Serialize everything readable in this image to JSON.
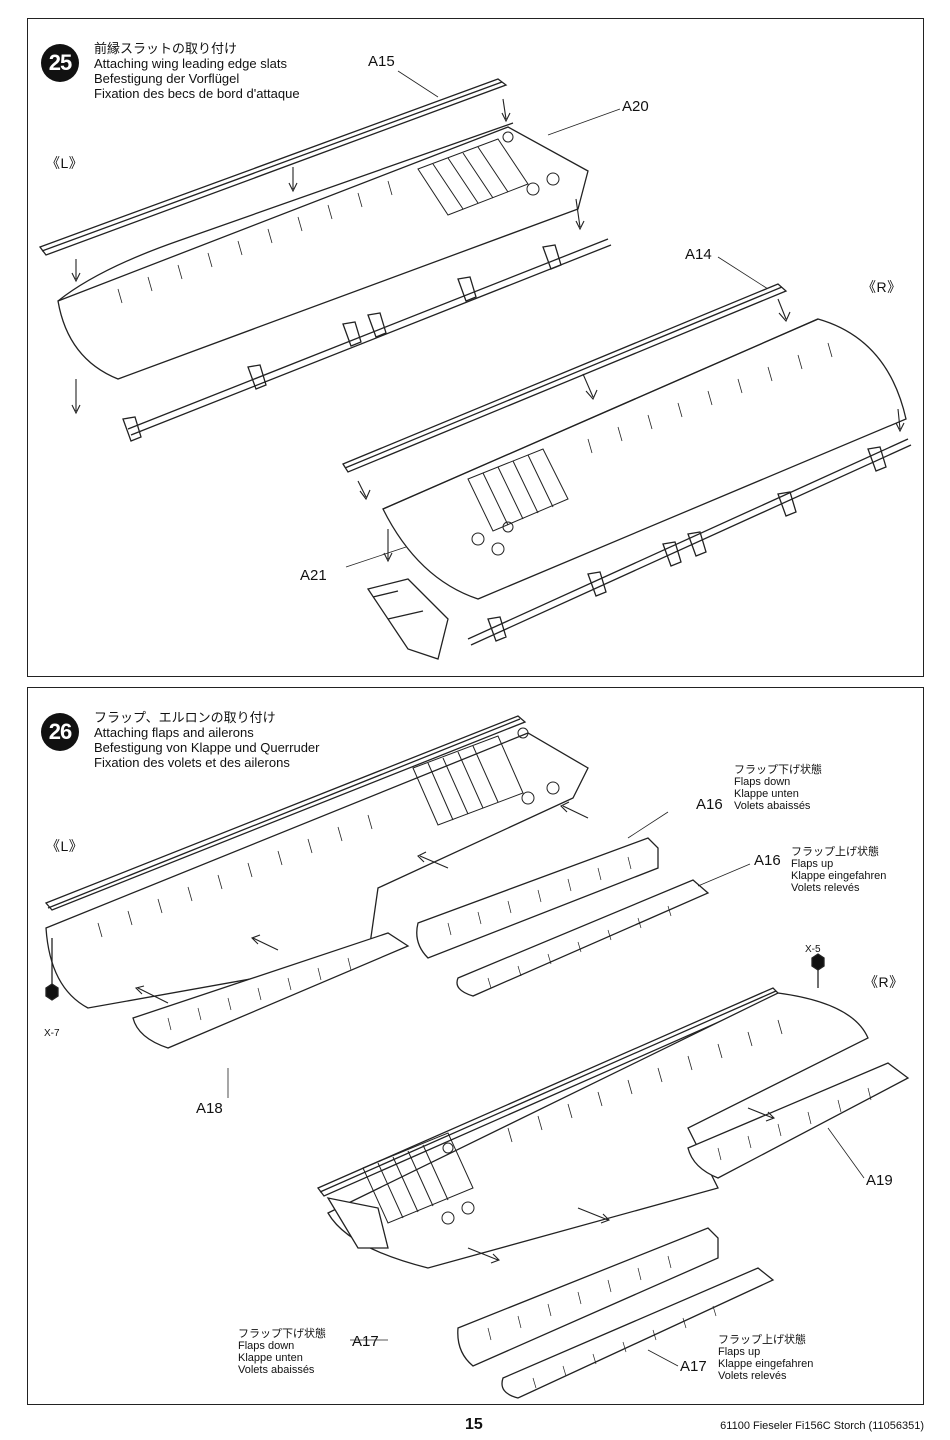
{
  "steps": [
    {
      "number": "25",
      "title_ja": "前縁スラットの取り付け",
      "title_en": "Attaching wing leading edge slats",
      "title_de": "Befestigung der Vorflügel",
      "title_fr": "Fixation des becs de bord d'attaque",
      "side_left": "《L》",
      "side_right": "《R》",
      "parts": [
        "A15",
        "A20",
        "A14",
        "A21"
      ]
    },
    {
      "number": "26",
      "title_ja": "フラップ、エルロンの取り付け",
      "title_en": "Attaching flaps and ailerons",
      "title_de": "Befestigung von Klappe und Querruder",
      "title_fr": "Fixation des volets et des ailerons",
      "side_left": "《L》",
      "side_right": "《R》",
      "parts": [
        "A16",
        "A16",
        "A18",
        "A19",
        "A17",
        "A17"
      ],
      "screws": [
        "X-5",
        "X-7"
      ],
      "notes": {
        "flaps_down": [
          "フラップ下げ状態",
          "Flaps down",
          "Klappe unten",
          "Volets abaissés"
        ],
        "flaps_up": [
          "フラップ上げ状態",
          "Flaps up",
          "Klappe eingefahren",
          "Volets relevés"
        ]
      }
    }
  ],
  "footer": {
    "page_number": "15",
    "code": "61100  Fieseler Fi156C Storch (11056351)"
  }
}
